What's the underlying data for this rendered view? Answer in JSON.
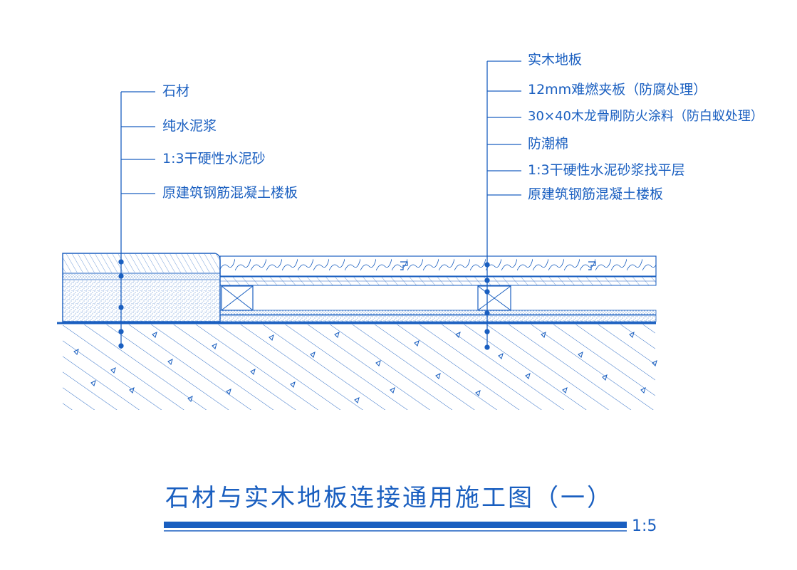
{
  "title": "石材与实木地板连接通用施工图（一）",
  "scale": "1:5",
  "colors": {
    "line": "#1a5fc0",
    "background": "#ffffff"
  },
  "left_callouts": [
    "石材",
    "纯水泥浆",
    "1:3干硬性水泥砂",
    "原建筑钢筋混凝土楼板"
  ],
  "right_callouts": [
    "实木地板",
    "12mm难燃夹板（防腐处理）",
    "30×40木龙骨刷防火涂料（防白蚁处理）",
    "防潮棉",
    "1:3干硬性水泥砂浆找平层",
    "原建筑钢筋混凝土楼板"
  ]
}
